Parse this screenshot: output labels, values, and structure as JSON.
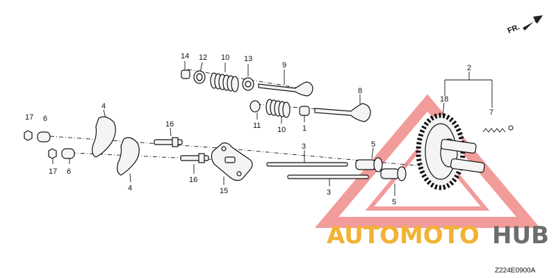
{
  "diagram": {
    "direction_label": "FR.",
    "figure_code": "Z224E0900A",
    "watermark": {
      "part1": "AUTOMOTO",
      "part2": "HUB",
      "colors": {
        "accent": "#f2b233",
        "gray": "#6d6d6d",
        "triangle": "#e84b4b"
      }
    },
    "callouts": {
      "c1": "1",
      "c2": "2",
      "c3a": "3",
      "c3b": "3",
      "c4a": "4",
      "c4b": "4",
      "c5a": "5",
      "c5b": "5",
      "c6a": "6",
      "c6b": "6",
      "c7": "7",
      "c8": "8",
      "c9": "9",
      "c10a": "10",
      "c10b": "10",
      "c11": "11",
      "c12": "12",
      "c13": "13",
      "c14": "14",
      "c15": "15",
      "c16a": "16",
      "c16b": "16",
      "c17a": "17",
      "c17b": "17",
      "c18": "18"
    }
  }
}
